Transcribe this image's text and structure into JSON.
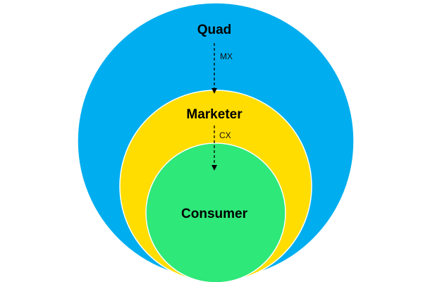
{
  "diagram": {
    "circles": [
      {
        "id": "outer",
        "label": "Quad",
        "color": "#00aeef"
      },
      {
        "id": "middle",
        "label": "Marketer",
        "color": "#ffdd00"
      },
      {
        "id": "inner",
        "label": "Consumer",
        "color": "#2ee879"
      }
    ],
    "arrows": [
      {
        "from": "Quad",
        "to": "Marketer",
        "label": "MX"
      },
      {
        "from": "Marketer",
        "to": "Consumer",
        "label": "CX"
      }
    ],
    "stroke_color": "#ffffff",
    "arrow_color": "#000000"
  }
}
